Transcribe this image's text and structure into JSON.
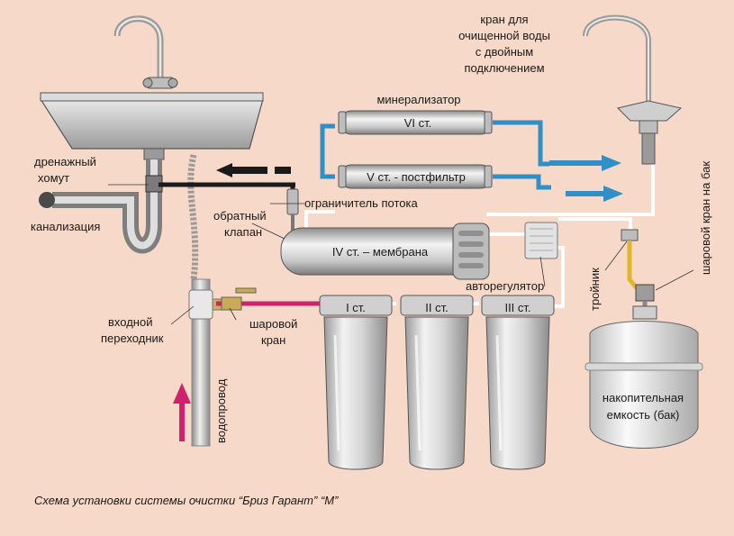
{
  "caption": "Схема установки системы очистки “Бриз Гарант” “М”",
  "labels": {
    "faucet_line1": "кран для",
    "faucet_line2": "очищенной воды",
    "faucet_line3": "с двойным",
    "faucet_line4": "подключением",
    "mineralizer": "минерализатор",
    "drain_clamp_line1": "дренажный",
    "drain_clamp_line2": "хомут",
    "sewer": "канализация",
    "flow_limiter": "ограничитель потока",
    "check_valve_line1": "обратный",
    "check_valve_line2": "клапан",
    "auto_regulator": "авторегулятор",
    "tee": "тройник",
    "tank_valve": "шаровой кран на бак",
    "inlet_adapter_line1": "входной",
    "inlet_adapter_line2": "переходник",
    "ball_valve_line1": "шаровой",
    "ball_valve_line2": "кран",
    "water_supply": "водопровод",
    "tank_line1": "накопительная",
    "tank_line2": "емкость (бак)"
  },
  "stages": {
    "stage1": "I ст.",
    "stage2": "II ст.",
    "stage3": "III ст.",
    "stage4": "IV ст. – мембрана",
    "stage5": "V ст. - постфильтр",
    "stage6": "VI ст."
  },
  "colors": {
    "background": "#f6d9c8",
    "treated_water": "#2f8fc6",
    "drain": "#1a1a1a",
    "inlet": "#d1216e",
    "tank_line": "#e3b52a"
  }
}
